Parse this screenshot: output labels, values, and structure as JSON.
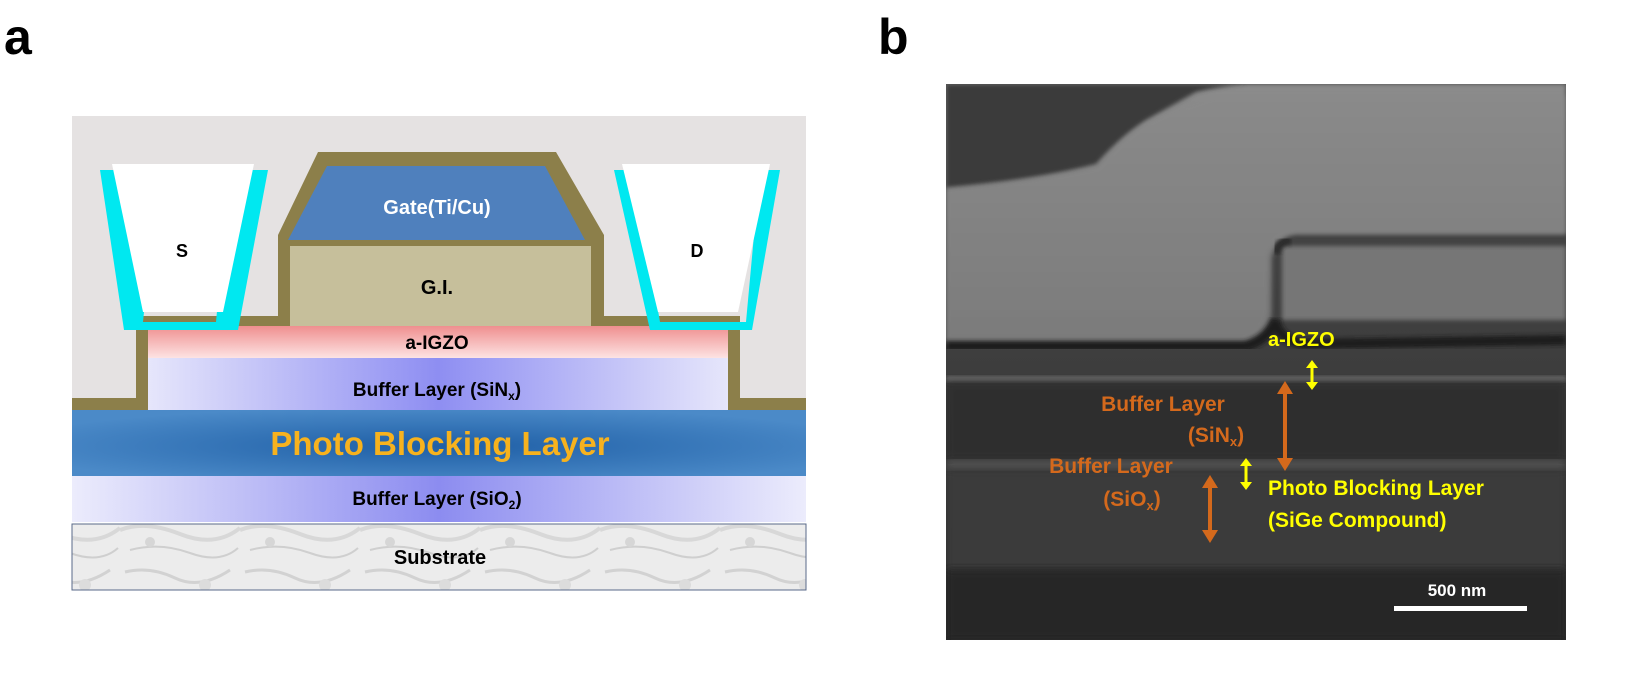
{
  "panel_a": {
    "letter": "a",
    "source_label": "S",
    "drain_label": "D",
    "gate_label": "Gate(Ti/Cu)",
    "gi_label": "G.I.",
    "igzo_label": "a-IGZO",
    "buffer_sinx": {
      "text": "Buffer Layer (SiN",
      "sub": "x",
      "close": ")"
    },
    "photo_blocking_label": "Photo Blocking Layer",
    "buffer_sio2": {
      "text": "Buffer Layer (SiO",
      "sub": "2",
      "close": ")"
    },
    "substrate_label": "Substrate",
    "colors": {
      "background": "#e5e2e2",
      "passivation": "#8c7f4a",
      "contact_outline": "#00e8f0",
      "gate": "#4f80bd",
      "gi": "#c6bf9b",
      "igzo": "#f29a9a",
      "buffer": "#9c9cf0",
      "photo_blocking": "#4a86c6",
      "photo_blocking_text": "#f7b21e"
    }
  },
  "panel_b": {
    "letter": "b",
    "igzo_label": "a-IGZO",
    "buffer_sinx_line1": "Buffer Layer",
    "buffer_sinx_line2": {
      "text": "(SiN",
      "sub": "x",
      "close": ")"
    },
    "buffer_siox_line1": "Buffer Layer",
    "buffer_siox_line2": {
      "text": "(SiO",
      "sub": "x",
      "close": ")"
    },
    "pbl_line1": "Photo Blocking Layer",
    "pbl_line2": "(SiGe Compound)",
    "scale_bar": "500 nm",
    "colors": {
      "yellow": "#ffff00",
      "orange": "#d4691c"
    }
  }
}
